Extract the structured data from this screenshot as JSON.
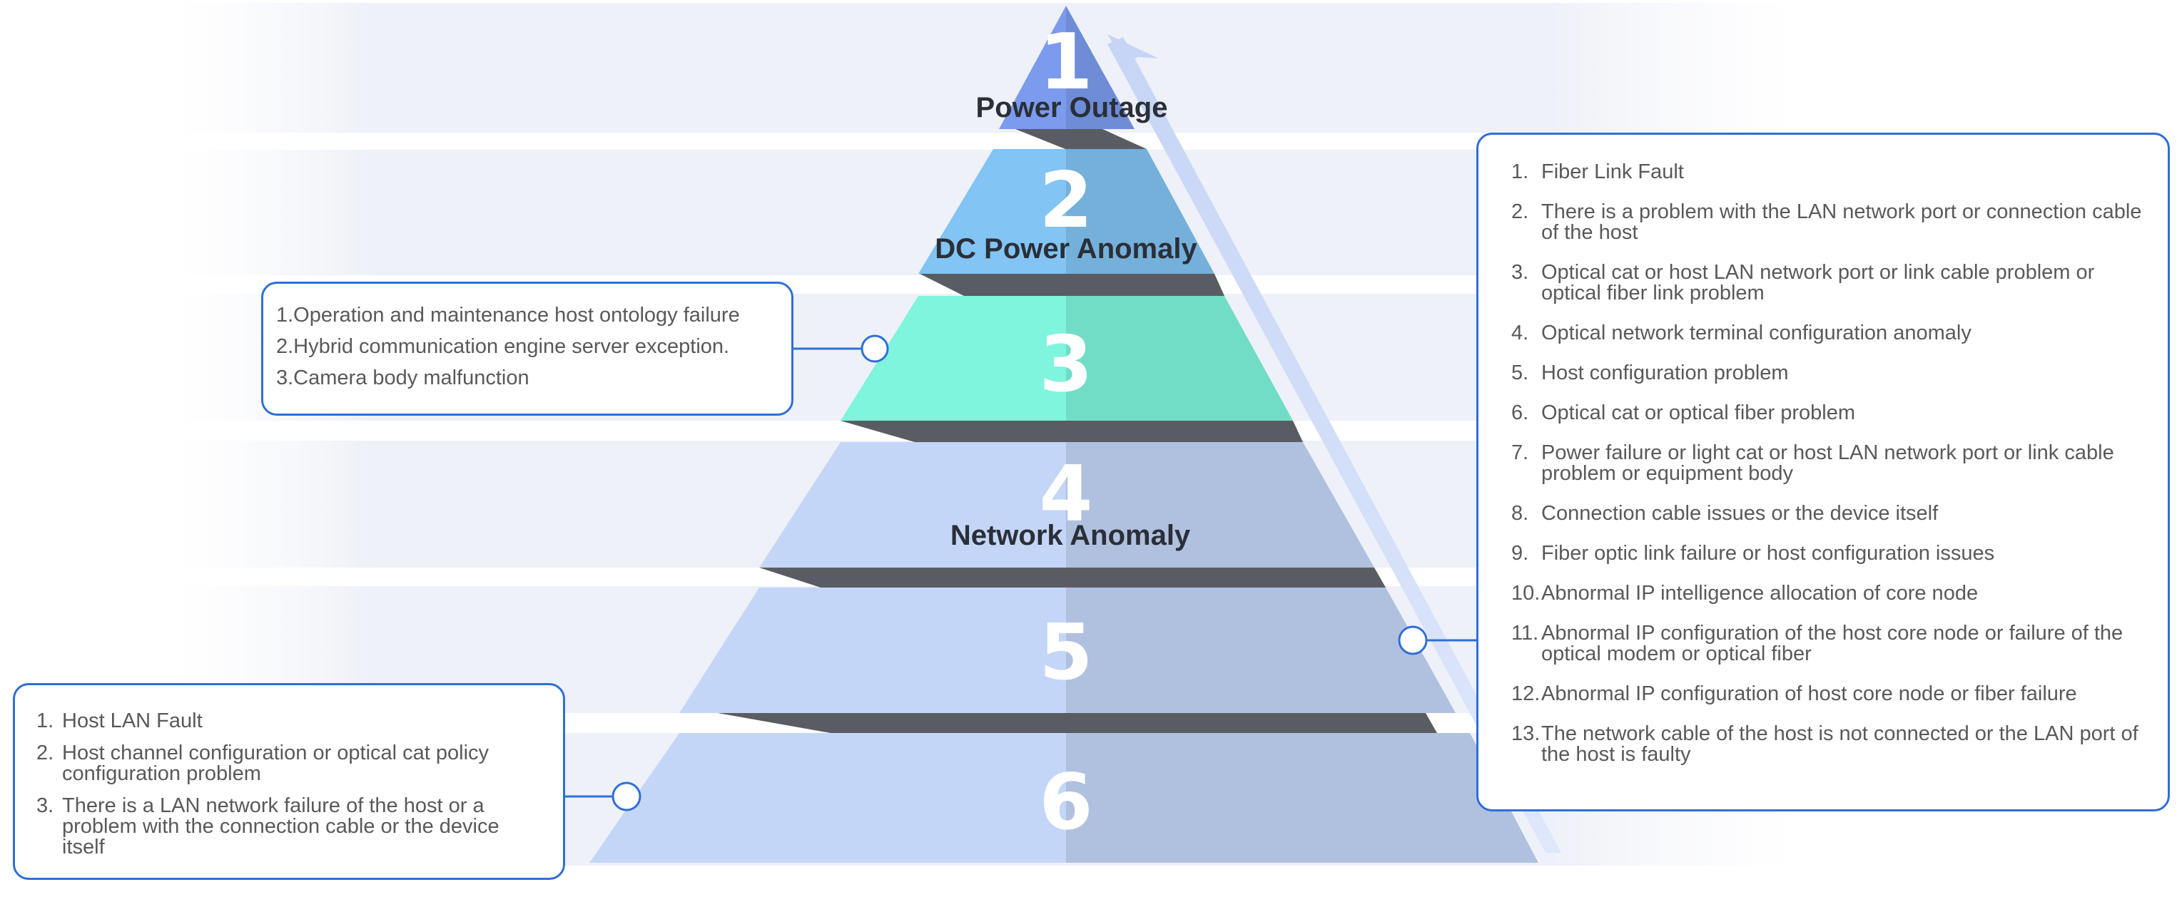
{
  "pyramid": {
    "levels": [
      {
        "number": "1",
        "label": "Power Outage"
      },
      {
        "number": "2",
        "label": "DC Power Anomaly"
      },
      {
        "number": "3",
        "label": ""
      },
      {
        "number": "4",
        "label": "Network Anomaly"
      },
      {
        "number": "5",
        "label": ""
      },
      {
        "number": "6",
        "label": ""
      }
    ]
  },
  "callouts": {
    "level3": {
      "lines": [
        "1.Operation and maintenance host ontology failure",
        "2.Hybrid communication engine server exception.",
        "3.Camera body malfunction"
      ]
    },
    "level5": {
      "items": [
        {
          "num": "1.",
          "text": "Fiber Link Fault"
        },
        {
          "num": "2.",
          "text": "There is a problem with the LAN network port or connection cable of the host"
        },
        {
          "num": "3.",
          "text": "Optical cat or host LAN network port or link cable problem or optical fiber link problem"
        },
        {
          "num": "4.",
          "text": "Optical network terminal configuration anomaly"
        },
        {
          "num": "5.",
          "text": "Host configuration problem"
        },
        {
          "num": "6.",
          "text": "Optical cat or optical fiber problem"
        },
        {
          "num": "7.",
          "text": "Power failure or light cat or host LAN network port or link cable problem or equipment body"
        },
        {
          "num": "8.",
          "text": "Connection cable issues or the device itself"
        },
        {
          "num": "9.",
          "text": "Fiber optic link failure or host configuration issues"
        },
        {
          "num": "10.",
          "text": "Abnormal IP intelligence allocation of core node"
        },
        {
          "num": "11.",
          "text": "Abnormal IP configuration of the host core node or failure of the optical modem or optical fiber"
        },
        {
          "num": "12.",
          "text": "Abnormal IP configuration of host core node or fiber failure"
        },
        {
          "num": "13.",
          "text": "The network cable of the host is not connected or the LAN port of the host is faulty"
        }
      ]
    },
    "level6": {
      "items": [
        {
          "num": "1.",
          "text": "Host LAN Fault"
        },
        {
          "num": "2.",
          "text": "Host channel configuration or optical cat policy configuration problem"
        },
        {
          "num": "3.",
          "text": "There is a LAN network failure of the host or a problem with the connection cable or the device itself"
        }
      ]
    }
  },
  "colors": {
    "level1": "#7b9bee",
    "level2": "#82c4f3",
    "level3": "#7ef5dc",
    "level4_6": "#c4d6f8",
    "separator": "#5a5c63",
    "accent": "#2f6fd6"
  }
}
